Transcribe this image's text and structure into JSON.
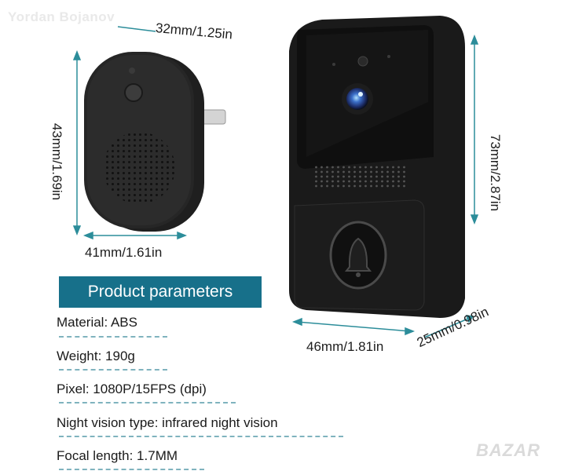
{
  "watermark": "Yordan Bojanov",
  "dimensions": {
    "chime_width": "32mm/1.25in",
    "chime_height": "43mm/1.69in",
    "chime_depth": "41mm/1.61in",
    "doorbell_height": "73mm/2.87in",
    "doorbell_width": "46mm/1.81in",
    "doorbell_depth": "25mm/0.98in"
  },
  "banner": "Product parameters",
  "specs": [
    "Material: ABS",
    "Weight: 190g",
    "Pixel: 1080P/15FPS (dpi)",
    "Night vision type: infrared night vision",
    "Focal length: 1.7MM"
  ],
  "logo": "BAZAR"
}
